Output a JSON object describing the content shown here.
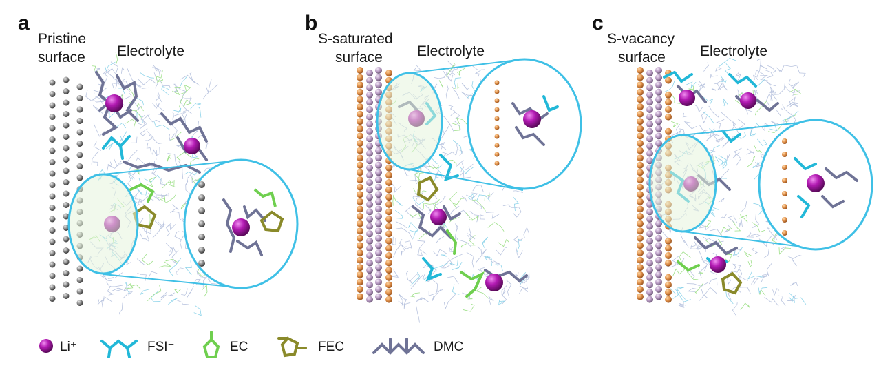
{
  "panels": [
    {
      "letter": "a",
      "surface_line1": "Pristine",
      "surface_line2": "surface",
      "electrolyte": "Electrolyte"
    },
    {
      "letter": "b",
      "surface_line1": "S-saturated",
      "surface_line2": "surface",
      "electrolyte": "Electrolyte"
    },
    {
      "letter": "c",
      "surface_line1": "S-vacancy",
      "surface_line2": "surface",
      "electrolyte": "Electrolyte"
    }
  ],
  "legend": [
    {
      "label": "Li⁺",
      "icon": "li-ion-sphere-icon",
      "color": "#9b1a9b"
    },
    {
      "label": "FSI⁻",
      "icon": "fsi-molecule-icon",
      "color": "#22b8d8"
    },
    {
      "label": "EC",
      "icon": "ec-molecule-icon",
      "color": "#6fcf4f"
    },
    {
      "label": "FEC",
      "icon": "fec-molecule-icon",
      "color": "#8a8a2a"
    },
    {
      "label": "DMC",
      "icon": "dmc-molecule-icon",
      "color": "#6f7396"
    }
  ],
  "colors": {
    "pristine_atom": "#8a8a8a",
    "sulfur_atom": "#e0954a",
    "metal_atom": "#b79ac2",
    "zoom_outline": "#3fc0e6",
    "li_ion": "#a01aa0",
    "fsi": "#22b8d8",
    "ec": "#6fcf4f",
    "fec": "#8a8a2a",
    "dmc": "#6f7396",
    "solvent_mesh": "#b9c4df"
  }
}
